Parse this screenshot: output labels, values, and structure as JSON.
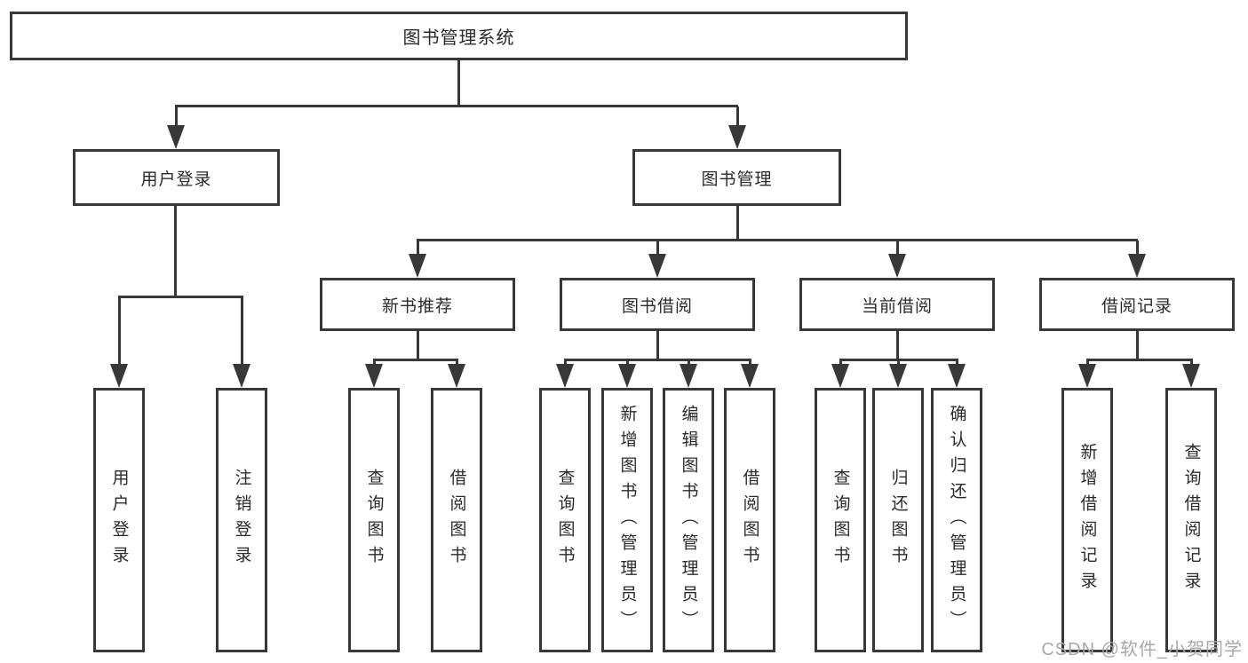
{
  "colors": {
    "line": "#383838",
    "text": "#2b2b2b",
    "watermark": "#a8a8a8",
    "background": "#ffffff"
  },
  "watermark": "CSDN @软件_小贺同学",
  "tree": {
    "root": {
      "label": "图书管理系统",
      "children": [
        {
          "label": "用户登录",
          "children": [
            {
              "label": "用户登录"
            },
            {
              "label": "注销登录"
            }
          ]
        },
        {
          "label": "图书管理",
          "children": [
            {
              "label": "新书推荐",
              "children": [
                {
                  "label": "查询图书"
                },
                {
                  "label": "借阅图书"
                }
              ]
            },
            {
              "label": "图书借阅",
              "children": [
                {
                  "label": "查询图书"
                },
                {
                  "label": "新增图书（管理员）"
                },
                {
                  "label": "编辑图书（管理员）"
                },
                {
                  "label": "借阅图书"
                }
              ]
            },
            {
              "label": "当前借阅",
              "children": [
                {
                  "label": "查询图书"
                },
                {
                  "label": "归还图书"
                },
                {
                  "label": "确认归还（管理员）"
                }
              ]
            },
            {
              "label": "借阅记录",
              "children": [
                {
                  "label": "新增借阅记录"
                },
                {
                  "label": "查询借阅记录"
                }
              ]
            }
          ]
        }
      ]
    }
  }
}
